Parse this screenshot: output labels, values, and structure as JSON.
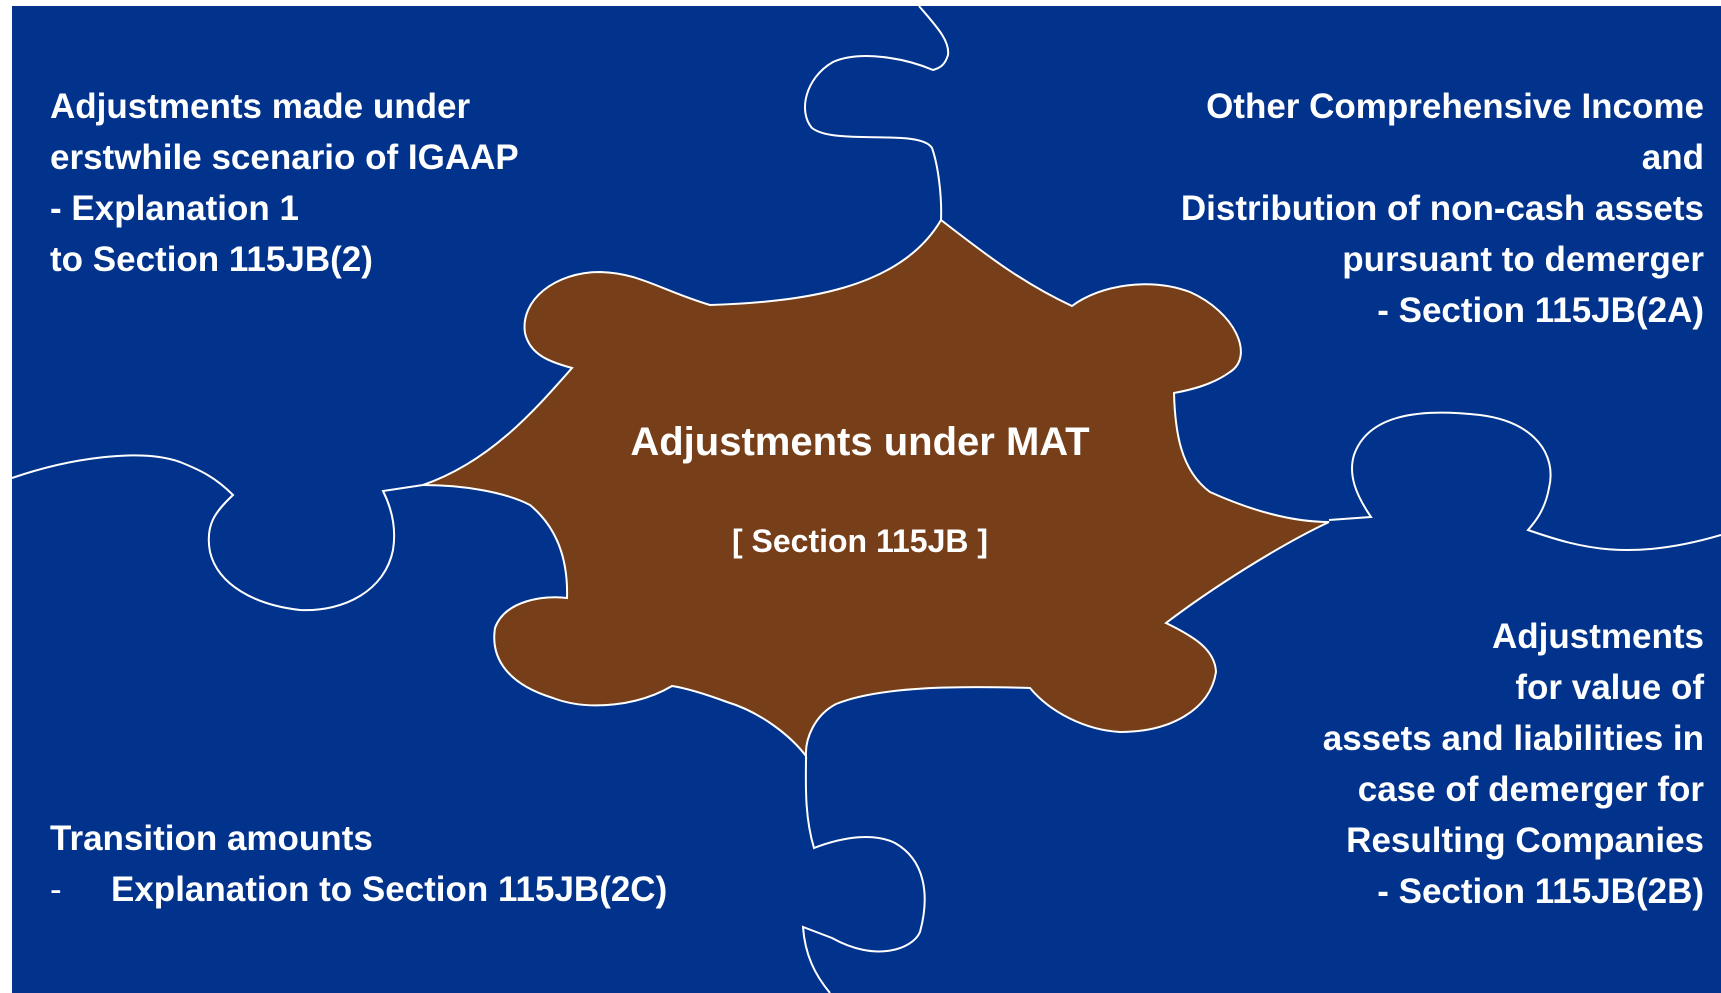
{
  "colors": {
    "background": "#01338d",
    "center_piece": "#763f1a",
    "outline": "#ffffff",
    "text": "#ffffff"
  },
  "center": {
    "title": "Adjustments under MAT",
    "subtitle": "[ Section 115JB ]"
  },
  "top_left": {
    "lines": [
      "Adjustments made under",
      "erstwhile scenario of IGAAP",
      "- Explanation 1",
      "to Section 115JB(2)"
    ]
  },
  "top_right": {
    "lines": [
      "Other Comprehensive Income",
      "and",
      "Distribution of non-cash assets",
      "pursuant to demerger",
      "- Section 115JB(2A)"
    ]
  },
  "bottom_right": {
    "lines": [
      "Adjustments",
      "for value of",
      "assets and liabilities in",
      "case of demerger for",
      "Resulting Companies",
      "- Section 115JB(2B)"
    ]
  },
  "bottom_left": {
    "heading": "Transition amounts",
    "bullet": "-",
    "item": "Explanation to Section 115JB(2C)"
  }
}
